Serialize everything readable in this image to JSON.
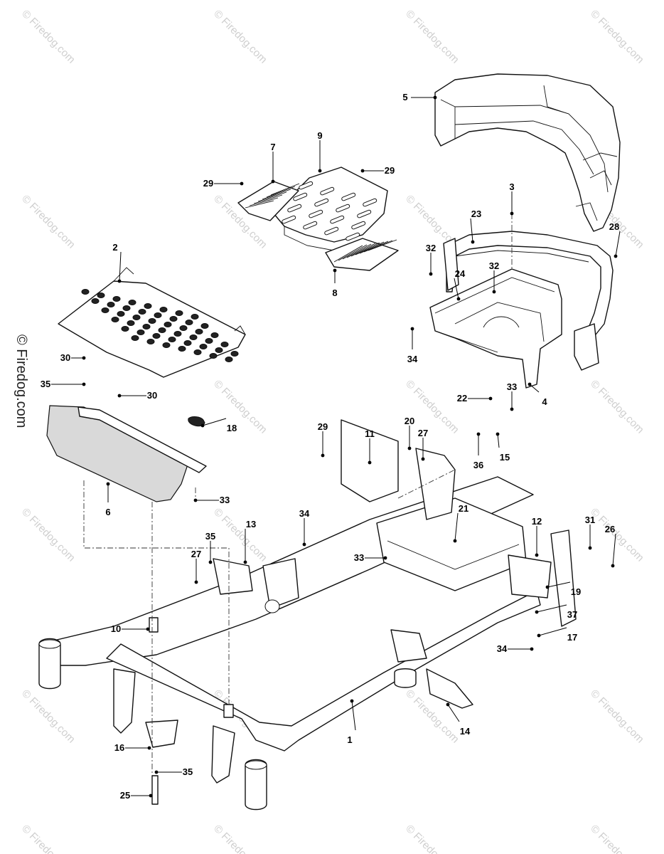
{
  "watermark": {
    "text": "© Firedog.com",
    "side_text": "© Firedog.com"
  },
  "callouts": [
    {
      "id": "c1",
      "label": "1"
    },
    {
      "id": "c2",
      "label": "2"
    },
    {
      "id": "c3",
      "label": "3"
    },
    {
      "id": "c4",
      "label": "4"
    },
    {
      "id": "c5",
      "label": "5"
    },
    {
      "id": "c6",
      "label": "6"
    },
    {
      "id": "c7",
      "label": "7"
    },
    {
      "id": "c8",
      "label": "8"
    },
    {
      "id": "c9",
      "label": "9"
    },
    {
      "id": "c10",
      "label": "10"
    },
    {
      "id": "c11",
      "label": "11"
    },
    {
      "id": "c12",
      "label": "12"
    },
    {
      "id": "c13",
      "label": "13"
    },
    {
      "id": "c14",
      "label": "14"
    },
    {
      "id": "c15",
      "label": "15"
    },
    {
      "id": "c16",
      "label": "16"
    },
    {
      "id": "c17",
      "label": "17"
    },
    {
      "id": "c18",
      "label": "18"
    },
    {
      "id": "c19",
      "label": "19"
    },
    {
      "id": "c20",
      "label": "20"
    },
    {
      "id": "c21",
      "label": "21"
    },
    {
      "id": "c22",
      "label": "22"
    },
    {
      "id": "c23",
      "label": "23"
    },
    {
      "id": "c24",
      "label": "24"
    },
    {
      "id": "c25",
      "label": "25"
    },
    {
      "id": "c26",
      "label": "26"
    },
    {
      "id": "c27a",
      "label": "27"
    },
    {
      "id": "c27b",
      "label": "27"
    },
    {
      "id": "c28",
      "label": "28"
    },
    {
      "id": "c29a",
      "label": "29"
    },
    {
      "id": "c29b",
      "label": "29"
    },
    {
      "id": "c29c",
      "label": "29"
    },
    {
      "id": "c30a",
      "label": "30"
    },
    {
      "id": "c30b",
      "label": "30"
    },
    {
      "id": "c31",
      "label": "31"
    },
    {
      "id": "c32a",
      "label": "32"
    },
    {
      "id": "c32b",
      "label": "32"
    },
    {
      "id": "c33a",
      "label": "33"
    },
    {
      "id": "c33b",
      "label": "33"
    },
    {
      "id": "c33c",
      "label": "33"
    },
    {
      "id": "c34a",
      "label": "34"
    },
    {
      "id": "c34b",
      "label": "34"
    },
    {
      "id": "c34c",
      "label": "34"
    },
    {
      "id": "c35a",
      "label": "35"
    },
    {
      "id": "c35b",
      "label": "35"
    },
    {
      "id": "c35c",
      "label": "35"
    },
    {
      "id": "c36",
      "label": "36"
    },
    {
      "id": "c37",
      "label": "37"
    }
  ]
}
